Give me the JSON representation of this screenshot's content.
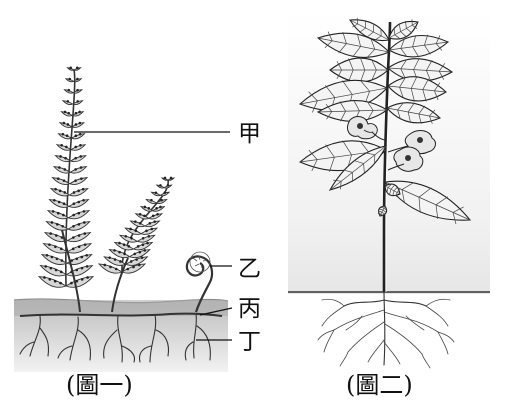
{
  "figure1": {
    "caption": "(圖一)",
    "labels": {
      "frond": "甲",
      "fiddlehead": "乙",
      "rhizome": "丙",
      "roots": "丁"
    }
  },
  "figure2": {
    "caption": "(圖二)"
  }
}
